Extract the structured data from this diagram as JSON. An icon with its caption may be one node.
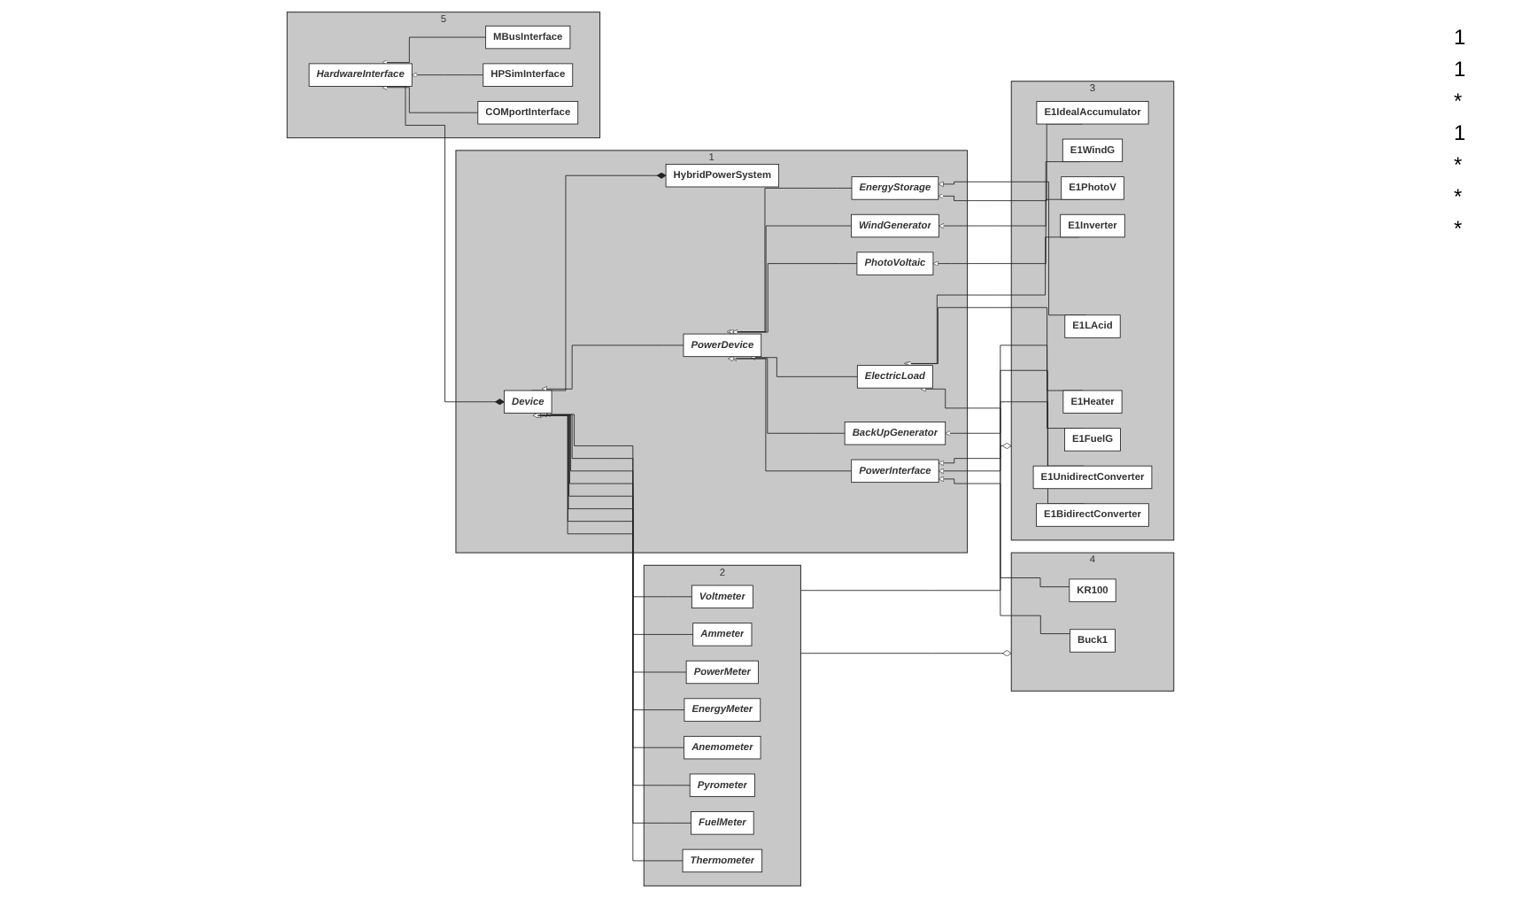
{
  "diagram": {
    "nodes": [
      {
        "text": [
          "5"
        ]
      },
      {
        "text": [
          "HardwareInterface"
        ],
        "in": 0
      },
      {
        "text": [
          "MBusInterface"
        ],
        "in": 0
      },
      {
        "text": [
          "HPSimInterface"
        ],
        "in": 0
      },
      {
        "text": [
          "COMportInterface"
        ],
        "in": 0
      },
      {
        "text": [
          "1"
        ]
      },
      {
        "text": [
          "HybridPowerSystem"
        ],
        "in": 5
      },
      {
        "text": [
          "Device"
        ],
        "in": 5
      },
      {
        "text": [
          "PowerDevice"
        ],
        "in": 5
      },
      {
        "text": [
          "EnergyStorage"
        ],
        "in": 5
      },
      {
        "text": [
          "ElectricLoad"
        ],
        "in": 5
      },
      {
        "text": [
          "PowerInterface"
        ],
        "in": 5
      },
      {
        "text": [
          "WindGenerator"
        ],
        "in": 5
      },
      {
        "text": [
          "PhotoVoltaic"
        ],
        "in": 5
      },
      {
        "text": [
          "BackUpGenerator"
        ],
        "in": 5
      },
      {
        "text": [
          "2"
        ]
      },
      {
        "text": [
          "Voltmeter"
        ],
        "in": 15
      },
      {
        "text": [
          "Ammeter"
        ],
        "in": 15
      },
      {
        "text": [
          "PowerMeter"
        ],
        "in": 15
      },
      {
        "text": [
          "EnergyMeter"
        ],
        "in": 15
      },
      {
        "text": [
          "Anemometer"
        ],
        "in": 15
      },
      {
        "text": [
          "Pyrometer"
        ],
        "in": 15
      },
      {
        "text": [
          "FuelMeter"
        ],
        "in": 15
      },
      {
        "text": [
          "Thermometer"
        ],
        "in": 15
      },
      {
        "text": [
          "3"
        ]
      },
      {
        "text": [
          "E1LAcid"
        ],
        "in": 24
      },
      {
        "text": [
          "E1WindG"
        ],
        "in": 24
      },
      {
        "text": [
          "E1Inverter"
        ],
        "in": 24
      },
      {
        "text": [
          "E1UnidirectConverter"
        ],
        "in": 24
      },
      {
        "text": [
          "E1IdealAccumulator"
        ],
        "in": 24
      },
      {
        "text": [
          "E1PhotoV"
        ],
        "in": 24
      },
      {
        "text": [
          "E1BidirectConverter"
        ],
        "in": 24
      },
      {
        "text": [
          "E1Heater"
        ],
        "in": 24
      },
      {
        "text": [
          "E1FuelG"
        ],
        "in": 24
      },
      {
        "text": [
          "4"
        ]
      },
      {
        "text": [
          "KR100"
        ],
        "in": 34
      },
      {
        "text": [
          "Buck1"
        ],
        "in": 34
      }
    ],
    "edges": [
      {
        "from": 2,
        "to": 1,
        "arrow": "to"
      },
      {
        "from": 3,
        "to": 1,
        "arrow": "to"
      },
      {
        "from": 4,
        "to": 1,
        "arrow": "to"
      },
      {
        "from": 6,
        "to": 7,
        "arrow": "other"
      },
      {
        "from": 7,
        "to": 1,
        "arrow": "other"
      },
      {
        "from": 8,
        "to": 7,
        "arrow": "to"
      },
      {
        "from": 16,
        "to": 7,
        "arrow": "to"
      },
      {
        "from": 17,
        "to": 7,
        "arrow": "to"
      },
      {
        "from": 18,
        "to": 7,
        "arrow": "to"
      },
      {
        "from": 19,
        "to": 7,
        "arrow": "to"
      },
      {
        "from": 20,
        "to": 7,
        "arrow": "to"
      },
      {
        "from": 21,
        "to": 7,
        "arrow": "to"
      },
      {
        "from": 22,
        "to": 7,
        "arrow": "to"
      },
      {
        "from": 23,
        "to": 7,
        "arrow": "to"
      },
      {
        "from": 9,
        "to": 8,
        "arrow": "to"
      },
      {
        "from": 12,
        "to": 8,
        "arrow": "to"
      },
      {
        "from": 13,
        "to": 8,
        "arrow": "to"
      },
      {
        "from": 10,
        "to": 8,
        "arrow": "to"
      },
      {
        "from": 14,
        "to": 8,
        "arrow": "to"
      },
      {
        "from": 11,
        "to": 8,
        "arrow": "to"
      },
      {
        "from": 25,
        "to": 9,
        "arrow": "to"
      },
      {
        "from": 29,
        "to": 9,
        "arrow": "to"
      },
      {
        "from": 26,
        "to": 12,
        "arrow": "to"
      },
      {
        "from": 30,
        "to": 13,
        "arrow": "to"
      },
      {
        "from": 27,
        "to": 10,
        "arrow": "to"
      },
      {
        "from": 32,
        "to": 10,
        "arrow": "to"
      },
      {
        "from": 35,
        "to": 10,
        "arrow": "to"
      },
      {
        "from": 33,
        "to": 14,
        "arrow": "to"
      },
      {
        "from": 28,
        "to": 11,
        "arrow": "to"
      },
      {
        "from": 31,
        "to": 11,
        "arrow": "to"
      },
      {
        "from": 36,
        "to": 11,
        "arrow": "to"
      },
      {
        "from": 24,
        "to": 15,
        "arrow": "other"
      },
      {
        "from": 34,
        "to": 15,
        "arrow": "other"
      }
    ],
    "labels": [
      "1",
      "1",
      "*",
      "1",
      "*",
      "*",
      "*"
    ]
  }
}
